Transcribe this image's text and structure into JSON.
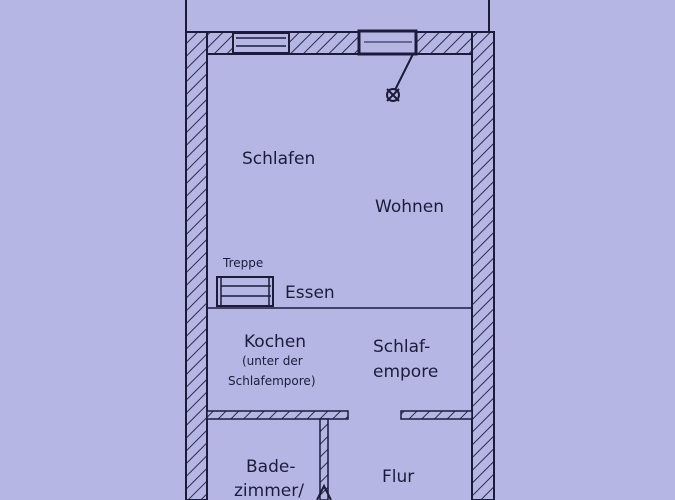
{
  "colors": {
    "background": "#b6b6e4",
    "ink": "#1c1c3a",
    "hatch": "#2a2a4a"
  },
  "rooms": {
    "schlafen": "Schlafen",
    "wohnen": "Wohnen",
    "treppe": "Treppe",
    "essen": "Essen",
    "kochen": "Kochen",
    "kochen_note_1": "(unter der",
    "kochen_note_2": "Schlafempore)",
    "schlafempore_1": "Schlaf-",
    "schlafempore_2": "empore",
    "bad_1": "Bade-",
    "bad_2": "zimmer/",
    "flur": "Flur"
  }
}
